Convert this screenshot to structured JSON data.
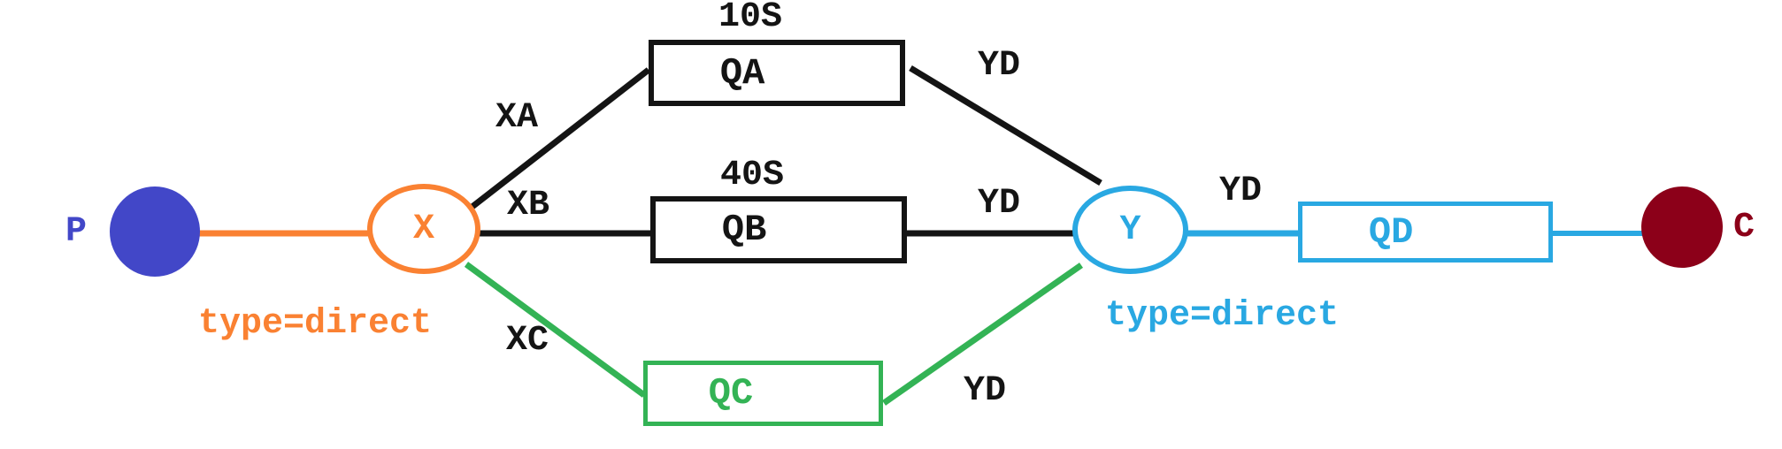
{
  "diagram": {
    "description_visible_text_only": true,
    "producer": {
      "label": "P"
    },
    "consumer": {
      "label": "C"
    },
    "exchange_x": {
      "label": "X",
      "type_label": "type=direct"
    },
    "exchange_y": {
      "label": "Y",
      "type_label": "type=direct"
    },
    "queues": [
      {
        "id": "QA",
        "label": "QA",
        "ttl_label": "10S"
      },
      {
        "id": "QB",
        "label": "QB",
        "ttl_label": "40S"
      },
      {
        "id": "QC",
        "label": "QC",
        "ttl_label": ""
      },
      {
        "id": "QD",
        "label": "QD",
        "ttl_label": ""
      }
    ],
    "bindings": [
      {
        "from": "X",
        "to": "QA",
        "key": "XA"
      },
      {
        "from": "X",
        "to": "QB",
        "key": "XB"
      },
      {
        "from": "X",
        "to": "QC",
        "key": "XC"
      },
      {
        "from": "QA",
        "to": "Y",
        "key": "YD"
      },
      {
        "from": "QB",
        "to": "Y",
        "key": "YD"
      },
      {
        "from": "QC",
        "to": "Y",
        "key": "YD"
      },
      {
        "from": "Y",
        "to": "QD",
        "key": "YD"
      }
    ],
    "colors": {
      "producer_blue": "#4247c8",
      "exchange_x_orange": "#fa8132",
      "exchange_y_cyan": "#29a8e2",
      "queue_green": "#33b355",
      "consumer_maroon": "#8c0019",
      "line_black": "#141414",
      "background": "#ffffff"
    }
  }
}
